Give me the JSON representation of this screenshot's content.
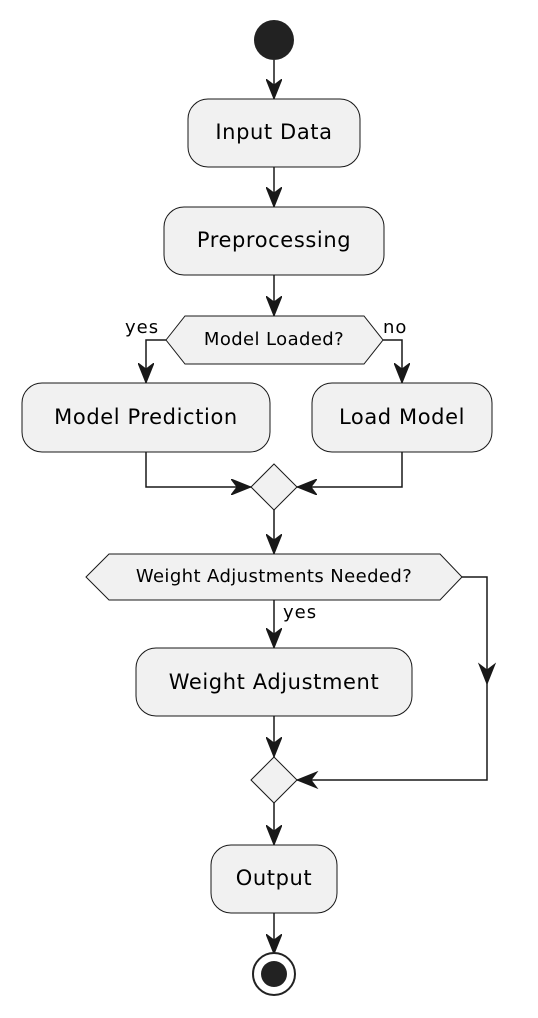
{
  "diagram": {
    "nodes": {
      "input": "Input Data",
      "preprocess": "Preprocessing",
      "model_loaded": "Model Loaded?",
      "model_prediction": "Model Prediction",
      "load_model": "Load Model",
      "weight_needed": "Weight Adjustments Needed?",
      "weight_adjustment": "Weight Adjustment",
      "output": "Output"
    },
    "branches": {
      "model_loaded_yes": "yes",
      "model_loaded_no": "no",
      "weight_needed_yes": "yes"
    }
  }
}
